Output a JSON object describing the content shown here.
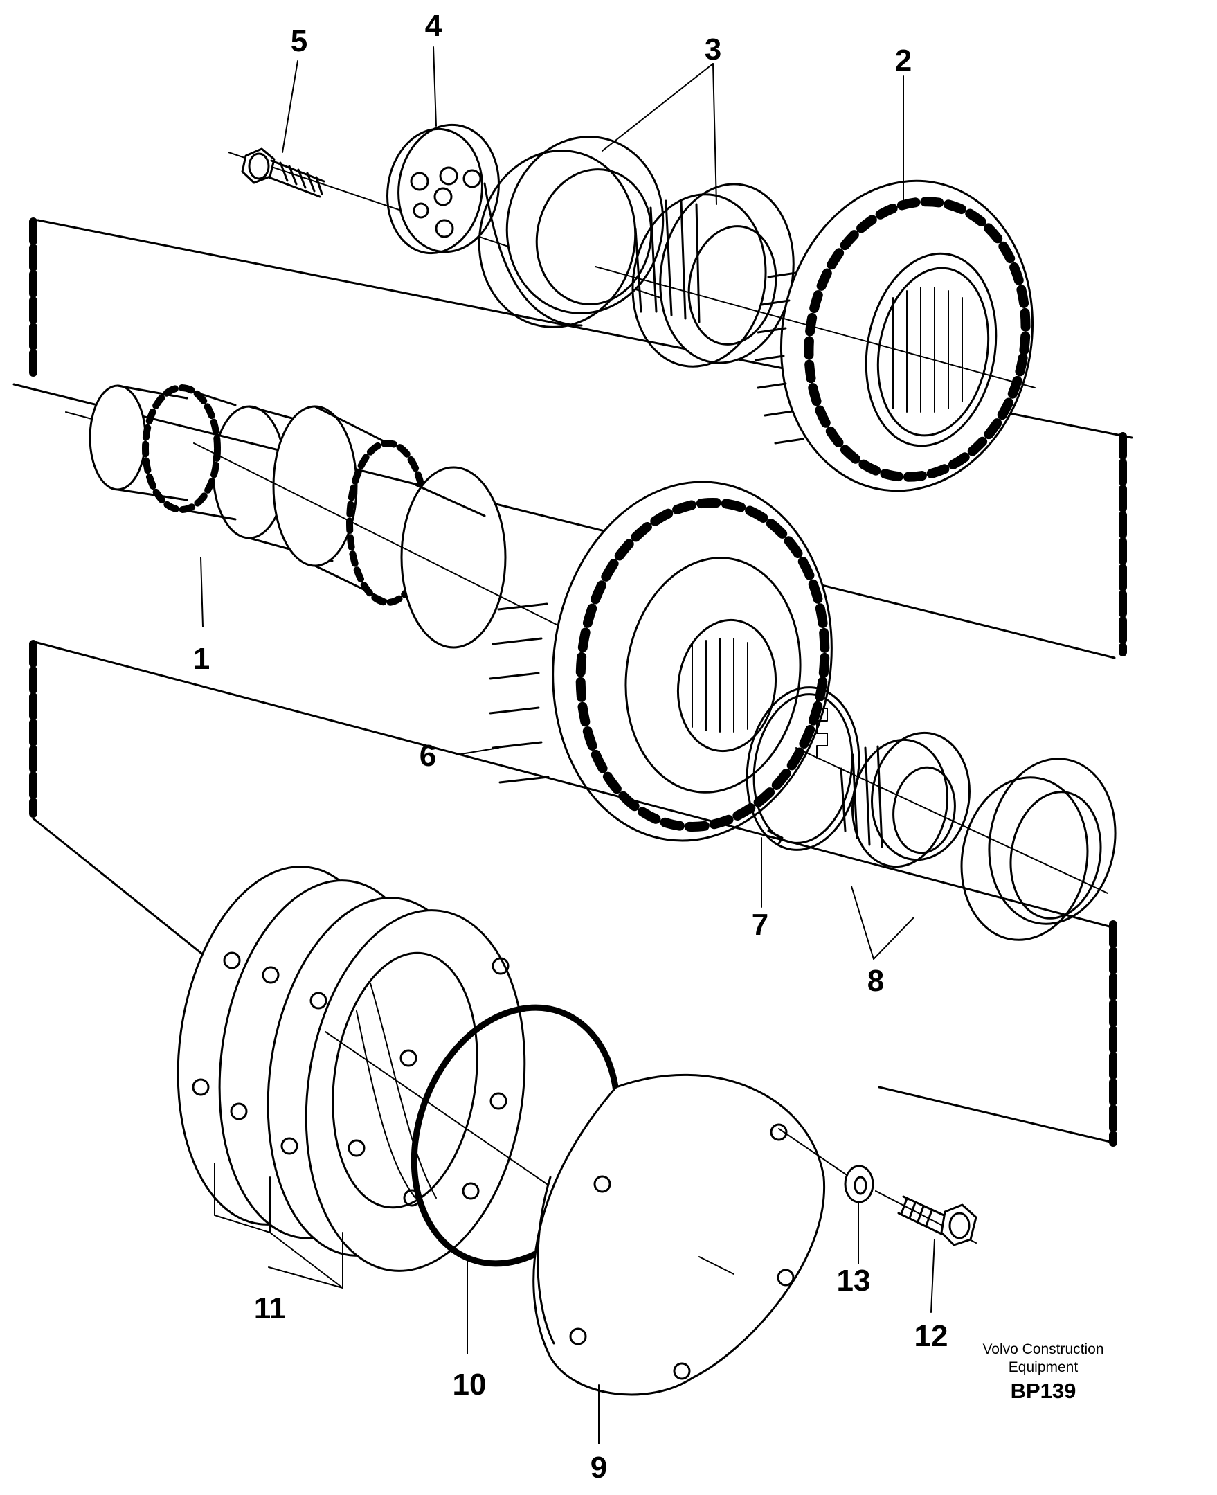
{
  "callouts": [
    "1",
    "2",
    "3",
    "4",
    "5",
    "6",
    "7",
    "8",
    "9",
    "10",
    "11",
    "12",
    "13"
  ],
  "footer": {
    "line1": "Volvo Construction",
    "line2": "Equipment",
    "code": "BP139"
  },
  "colors": {
    "ink": "#000000",
    "paper": "#ffffff"
  }
}
